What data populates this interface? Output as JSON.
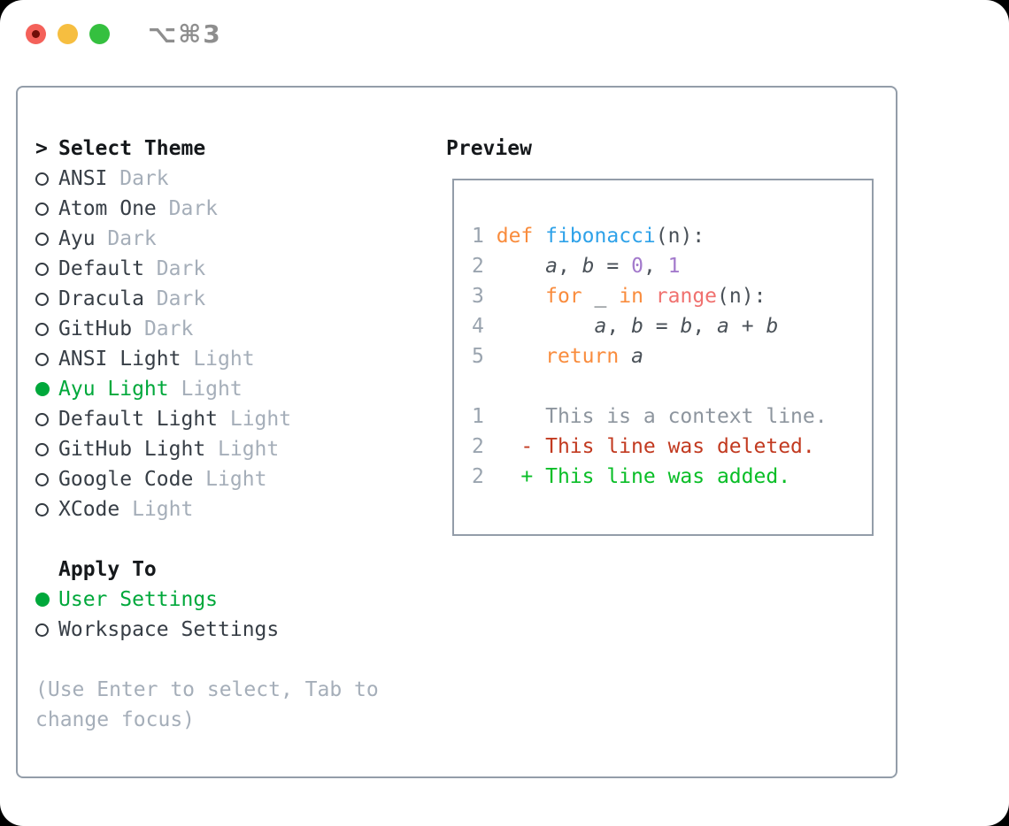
{
  "window": {
    "title": "⌥⌘3"
  },
  "theme_list": {
    "header_prefix": ">",
    "header": "Select Theme",
    "items": [
      {
        "name": "ANSI",
        "variant": "Dark",
        "selected": false
      },
      {
        "name": "Atom One",
        "variant": "Dark",
        "selected": false
      },
      {
        "name": "Ayu",
        "variant": "Dark",
        "selected": false
      },
      {
        "name": "Default",
        "variant": "Dark",
        "selected": false
      },
      {
        "name": "Dracula",
        "variant": "Dark",
        "selected": false
      },
      {
        "name": "GitHub",
        "variant": "Dark",
        "selected": false
      },
      {
        "name": "ANSI Light",
        "variant": "Light",
        "selected": false
      },
      {
        "name": "Ayu Light",
        "variant": "Light",
        "selected": true
      },
      {
        "name": "Default Light",
        "variant": "Light",
        "selected": false
      },
      {
        "name": "GitHub Light",
        "variant": "Light",
        "selected": false
      },
      {
        "name": "Google Code",
        "variant": "Light",
        "selected": false
      },
      {
        "name": "XCode",
        "variant": "Light",
        "selected": false
      }
    ]
  },
  "apply_to": {
    "header": "Apply To",
    "items": [
      {
        "label": "User Settings",
        "selected": true
      },
      {
        "label": "Workspace Settings",
        "selected": false
      }
    ]
  },
  "hint": {
    "line1": "(Use Enter to select, Tab to",
    "line2": "change focus)"
  },
  "preview": {
    "title": "Preview",
    "code_lines": [
      {
        "num": "1",
        "tokens": [
          [
            "def",
            "kw"
          ],
          [
            " ",
            "plain"
          ],
          [
            "fibonacci",
            "fn"
          ],
          [
            "(n):",
            "plain"
          ]
        ]
      },
      {
        "num": "2",
        "tokens": [
          [
            "    ",
            "plain"
          ],
          [
            "a",
            "var"
          ],
          [
            ", ",
            "plain"
          ],
          [
            "b",
            "var"
          ],
          [
            " = ",
            "plain"
          ],
          [
            "0",
            "num"
          ],
          [
            ", ",
            "plain"
          ],
          [
            "1",
            "num"
          ]
        ]
      },
      {
        "num": "3",
        "tokens": [
          [
            "    ",
            "plain"
          ],
          [
            "for",
            "kw"
          ],
          [
            " ",
            "plain"
          ],
          [
            "_",
            "plain"
          ],
          [
            " ",
            "plain"
          ],
          [
            "in",
            "kw"
          ],
          [
            " ",
            "plain"
          ],
          [
            "range",
            "special"
          ],
          [
            "(n):",
            "plain"
          ]
        ]
      },
      {
        "num": "4",
        "tokens": [
          [
            "        ",
            "plain"
          ],
          [
            "a",
            "var"
          ],
          [
            ", ",
            "plain"
          ],
          [
            "b",
            "var"
          ],
          [
            " = ",
            "plain"
          ],
          [
            "b",
            "var"
          ],
          [
            ", ",
            "plain"
          ],
          [
            "a",
            "var"
          ],
          [
            " + ",
            "plain"
          ],
          [
            "b",
            "var"
          ]
        ]
      },
      {
        "num": "5",
        "tokens": [
          [
            "    ",
            "plain"
          ],
          [
            "return",
            "kw"
          ],
          [
            " ",
            "plain"
          ],
          [
            "a",
            "var"
          ]
        ]
      }
    ],
    "diff_lines": [
      {
        "num": "1",
        "marker": " ",
        "text": "This is a context line.",
        "type": "context"
      },
      {
        "num": "2",
        "marker": "-",
        "text": "This line was deleted.",
        "type": "deleted"
      },
      {
        "num": "2",
        "marker": "+",
        "text": "This line was added.",
        "type": "added"
      }
    ]
  },
  "colors": {
    "accent_green": "#00A83B",
    "diff_add": "#09BE27",
    "diff_del": "#C23A20",
    "diff_context": "#8D959E",
    "kw": "#F98C3D",
    "fn": "#2EA2E9",
    "num_literal": "#A37ACC",
    "special": "#F0716F",
    "code_plain": "#4A5158",
    "line_number": "#9AA4AF",
    "text_primary": "#15181B",
    "item_text": "#373E46",
    "muted": "#A5AEB9",
    "panel_border": "#939DA9",
    "title_gray": "#8E8E8E",
    "light_red": "#F4615A",
    "light_red_dot": "#700E08",
    "light_yellow": "#F6BE40",
    "light_green": "#35C03F",
    "bullet_stroke": "#343B42"
  }
}
